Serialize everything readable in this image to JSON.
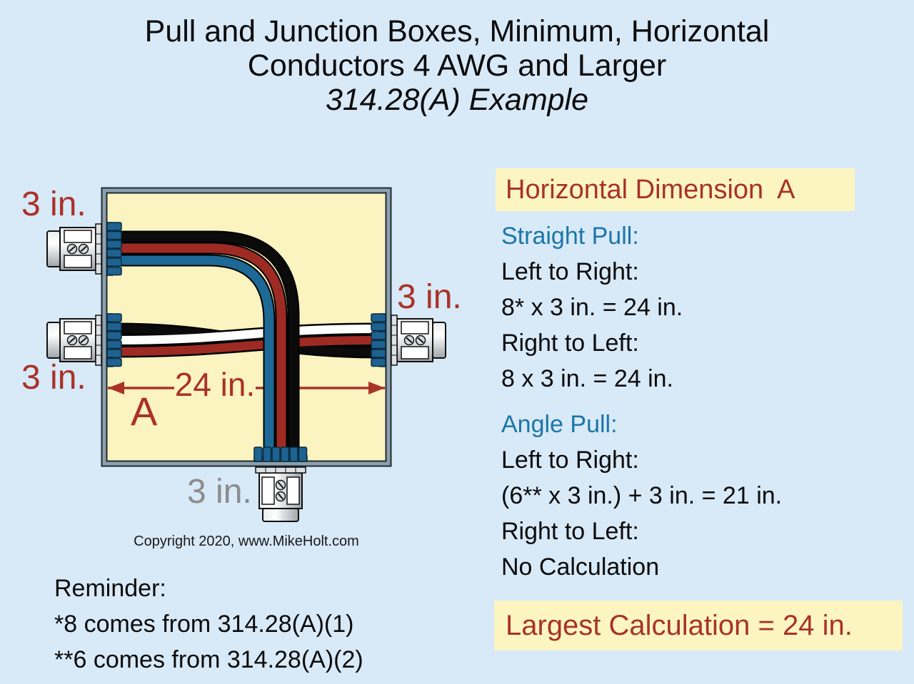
{
  "title": {
    "line1": "Pull and Junction Boxes, Minimum, Horizontal",
    "line2": "Conductors 4 AWG and Larger",
    "line3": "314.28(A) Example"
  },
  "diagram": {
    "label_top_left": "3 in.",
    "label_mid_left": "3 in.",
    "label_right": "3 in.",
    "label_bottom": "3 in.",
    "width_dimension": "24 in.",
    "dimension_letter": "A",
    "copyright": "Copyright 2020, www.MikeHolt.com"
  },
  "panel": {
    "header": "Horizontal Dimension  A",
    "straight": {
      "heading": "Straight Pull:",
      "lines": [
        "Left to Right:",
        "8* x 3 in. = 24 in.",
        "Right to Left:",
        "8 x 3 in. = 24 in."
      ]
    },
    "angle": {
      "heading": "Angle Pull:",
      "lines": [
        "Left to Right:",
        "(6** x 3 in.) + 3 in. = 21 in.",
        "Right to Left:",
        "No Calculation"
      ]
    },
    "largest": "Largest Calculation = 24 in."
  },
  "reminder": {
    "lines": [
      "Reminder:",
      "*8 comes from 314.28(A)(1)",
      "**6 comes from 314.28(A)(2)"
    ]
  },
  "colors": {
    "background": "#D8E9F7",
    "box_fill": "#FBF3C0",
    "highlight_yellow": "#FCF5C2",
    "text_red": "#A93228",
    "heading_blue": "#1B76A8",
    "gray_label": "#8C8C8C",
    "wire_black": "#0B0B0B",
    "wire_red": "#9E2B23",
    "wire_blue": "#1E6896",
    "wire_white": "#FFFFFF",
    "locknut_blue": "#1D6291",
    "wall_gray": "#8DA0AC"
  }
}
